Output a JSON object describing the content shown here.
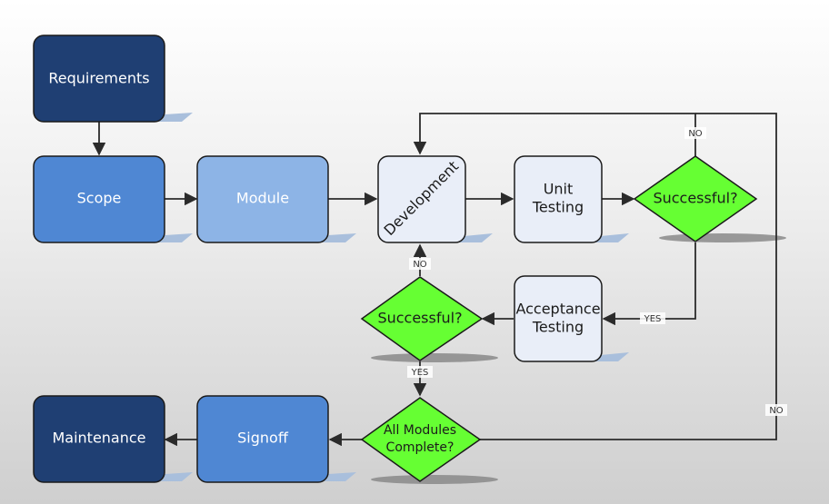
{
  "colors": {
    "dark_blue": "#1f3f73",
    "mid_blue": "#4f87d3",
    "light_blue": "#8db4e6",
    "pale_blue": "#e9eef8",
    "decision_green": "#66ff33",
    "line": "#2b2b2b",
    "shadow_blue": "#a9bfdc",
    "shadow_gray": "#8a8a8a"
  },
  "nodes": {
    "requirements": "Requirements",
    "scope": "Scope",
    "module": "Module",
    "development": "Development",
    "unit_testing": [
      "Unit",
      "Testing"
    ],
    "successful_1": "Successful?",
    "acceptance_testing": [
      "Acceptance",
      "Testing"
    ],
    "successful_2": "Successful?",
    "all_modules_complete": [
      "All Modules",
      "Complete?"
    ],
    "signoff": "Signoff",
    "maintenance": "Maintenance"
  },
  "edge_labels": {
    "unit_fail": "NO",
    "unit_pass": "YES",
    "acceptance_fail": "NO",
    "acceptance_pass": "YES",
    "modules_incomplete": "NO"
  }
}
